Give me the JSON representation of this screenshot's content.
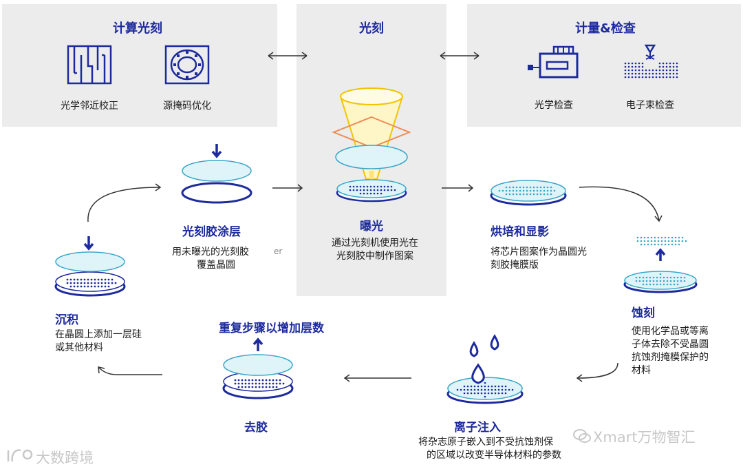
{
  "top": {
    "computational": {
      "title": "计算光刻",
      "items": [
        "光学邻近校正",
        "源掩码优化"
      ]
    },
    "lithography": {
      "title": "光刻"
    },
    "metrology": {
      "title": "计量&检查",
      "items": [
        "光学检查",
        "电子束检查"
      ]
    }
  },
  "steps": {
    "coat": {
      "title": "光刻胶涂层",
      "desc": [
        "用未曝光的光刻胶",
        "覆盖晶圆"
      ],
      "fragment": "er"
    },
    "expose": {
      "title": "曝光",
      "desc": [
        "通过光刻机使用光在",
        "光刻胶中制作图案"
      ]
    },
    "develop": {
      "title": "烘培和显影",
      "desc": [
        "将芯片图案作为晶圆光",
        "刻胶掩膜版"
      ]
    },
    "etch": {
      "title": "蚀刻",
      "desc": [
        "使用化学品或等离",
        "子体去除不受晶圆",
        "抗蚀剂掩模保护的",
        "材料"
      ]
    },
    "implant": {
      "title": "离子注入",
      "desc": [
        "将杂志原子嵌入到不受抗蚀剂保",
        "的区域以改变半导体材料的参数"
      ]
    },
    "strip": {
      "title": "去胶"
    },
    "repeat": {
      "title": "重复步骤以增加层数"
    },
    "deposit": {
      "title": "沉积",
      "desc": [
        "在晶圆上添加一层硅",
        "或其他材料"
      ]
    }
  },
  "watermarks": {
    "left": "大数跨境",
    "right": "Xmart万物智汇"
  },
  "colors": {
    "accent": "#1d2a9e",
    "panel": "#ececec",
    "light_cyan": "#cfeff6",
    "cone_yellow": "#ffe37a",
    "mask_orange": "#f08a55"
  }
}
